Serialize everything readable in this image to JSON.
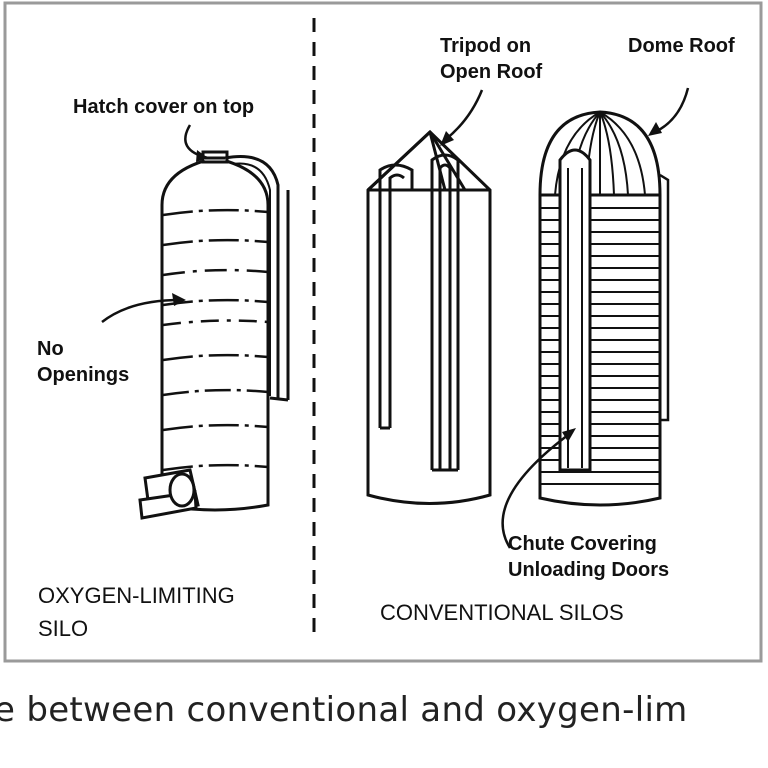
{
  "figure": {
    "labels": {
      "hatch": "Hatch cover on top",
      "no_openings_1": "No",
      "no_openings_2": "Openings",
      "tripod_1": "Tripod on",
      "tripod_2": "Open Roof",
      "dome": "Dome Roof",
      "chute_1": "Chute Covering",
      "chute_2": "Unloading Doors",
      "oxygen_1": "OXYGEN-LIMITING",
      "oxygen_2": "SILO",
      "conventional": "CONVENTIONAL SILOS"
    }
  },
  "caption": "e between conventional and oxygen-lim"
}
